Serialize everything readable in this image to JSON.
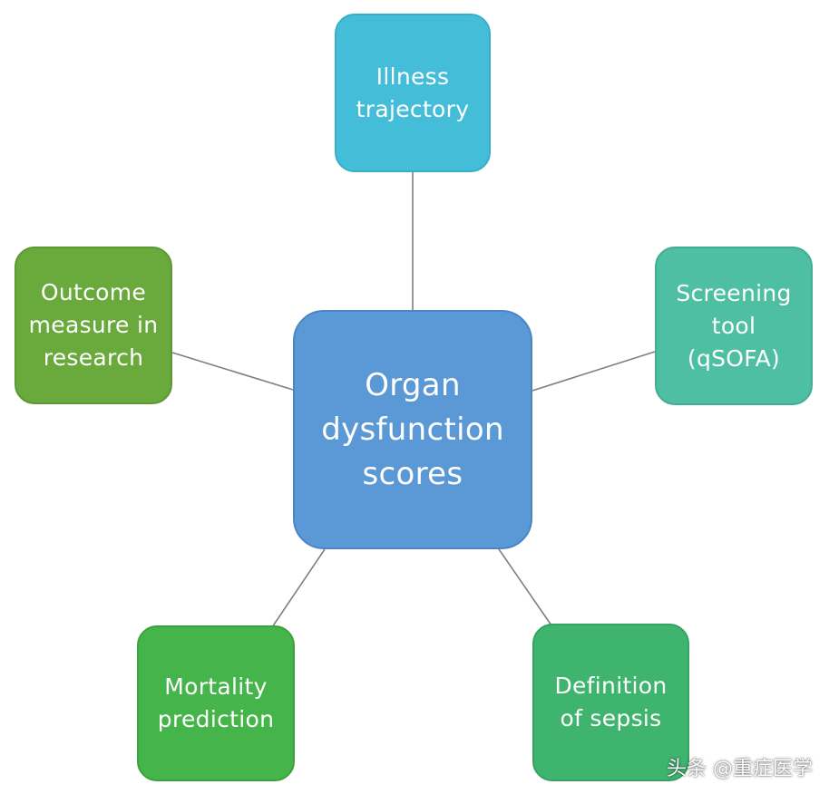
{
  "center": {
    "label": "Organ\ndysfunction\nscores",
    "color": "#5a98d6",
    "border": "#4b86c4"
  },
  "nodes": {
    "illness": {
      "label": "Illness\ntrajectory",
      "color": "#44bed8",
      "border": "#39aec8"
    },
    "screening": {
      "label": "Screening\ntool\n(qSOFA)",
      "color": "#4ebfa2",
      "border": "#42ad92"
    },
    "sepsis": {
      "label": "Definition\nof sepsis",
      "color": "#3fb46e",
      "border": "#35a262"
    },
    "mortality": {
      "label": "Mortality\nprediction",
      "color": "#45b44a",
      "border": "#3aa23f"
    },
    "outcome": {
      "label": "Outcome\nmeasure in\nresearch",
      "color": "#6aaa3c",
      "border": "#5d9832"
    }
  },
  "connector_color": "#7f7f7f",
  "watermark": "头条 @重症医学"
}
